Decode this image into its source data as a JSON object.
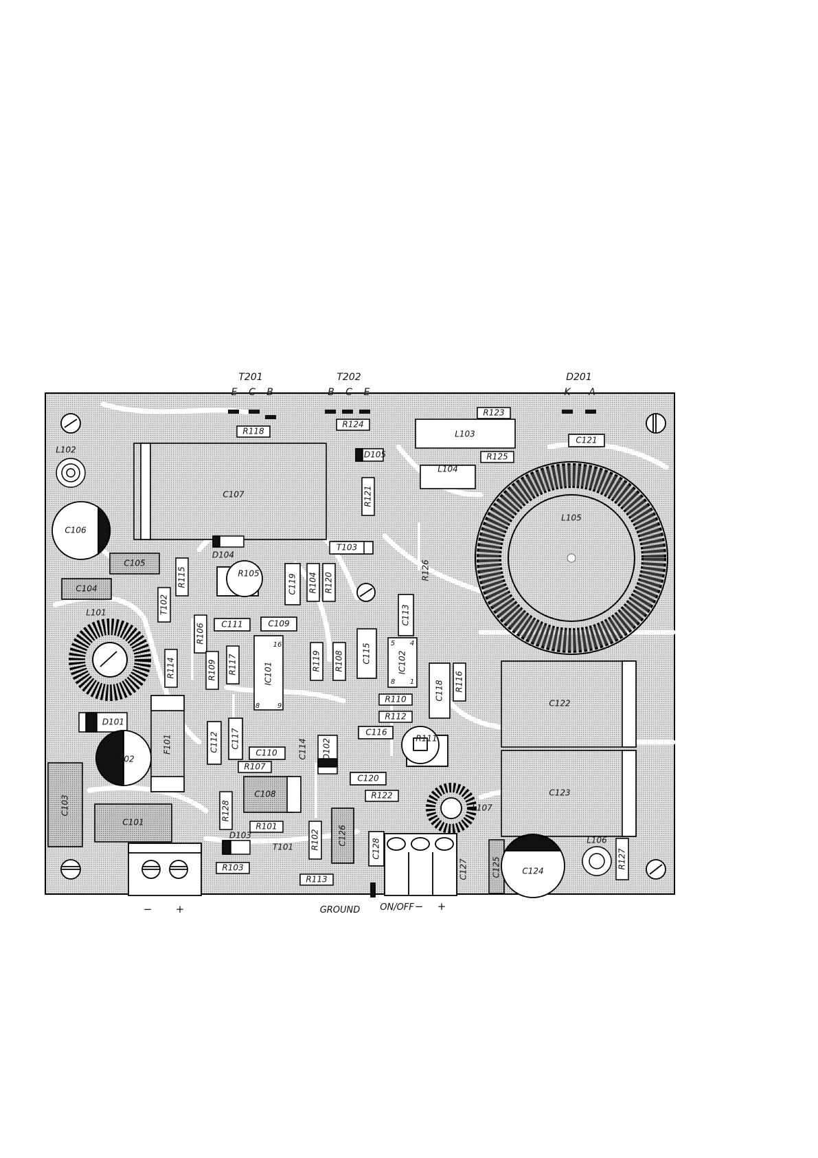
{
  "header": {
    "t201": "T201",
    "t201_pins": [
      "E",
      "C",
      "B"
    ],
    "t202": "T202",
    "t202_pins": [
      "B",
      "C",
      "E"
    ],
    "d201": "D201",
    "d201_pins": [
      "K",
      "A"
    ]
  },
  "footer": {
    "input_minus": "−",
    "input_plus": "+",
    "ground": "GROUND",
    "on_off": "ON/OFF",
    "out_minus": "−",
    "out_plus": "+"
  },
  "components": {
    "L102": "L102",
    "C106": "C106",
    "C107": "C107",
    "C105": "C105",
    "C104": "C104",
    "L101": "L101",
    "D101": "D101",
    "C102": "C102",
    "C103": "C103",
    "C101": "C101",
    "F101": "F101",
    "D104": "D104",
    "R115": "R115",
    "T102": "T102",
    "R114": "R114",
    "R106": "R106",
    "R109": "R109",
    "R117": "R117",
    "C111": "C111",
    "C109": "C109",
    "R105": "R105",
    "C119": "C119",
    "R104": "R104",
    "R120": "R120",
    "T103": "T103",
    "IC101": "IC101",
    "IC101_p16": "16",
    "IC101_p8": "8",
    "IC101_p9": "9",
    "R119": "R119",
    "R108": "R108",
    "C115": "C115",
    "C113": "C113",
    "IC102": "IC102",
    "IC102_p5": "5",
    "IC102_p4": "4",
    "IC102_p8": "8",
    "IC102_p1": "1",
    "C118": "C118",
    "R116": "R116",
    "R110": "R110",
    "R112": "R112",
    "C116": "C116",
    "R111": "R111",
    "C112": "C112",
    "C117": "C117",
    "C110": "C110",
    "C114": "C114",
    "D102": "D102",
    "R107": "R107",
    "C120": "C120",
    "C108": "C108",
    "R122": "R122",
    "R128": "R128",
    "R101": "R101",
    "D103": "D103",
    "T101": "T101",
    "R103": "R103",
    "R102": "R102",
    "C126": "C126",
    "R113": "R113",
    "C128": "C128",
    "C127": "C127",
    "L107": "L107",
    "C125": "C125",
    "C124": "C124",
    "L106": "L106",
    "R127": "R127",
    "C122": "C122",
    "C123": "C123",
    "R118": "R118",
    "R124": "R124",
    "D105": "D105",
    "R121": "R121",
    "R123": "R123",
    "L103": "L103",
    "R125": "R125",
    "C121": "C121",
    "L104": "L104",
    "L105": "L105",
    "R126": "R126"
  }
}
